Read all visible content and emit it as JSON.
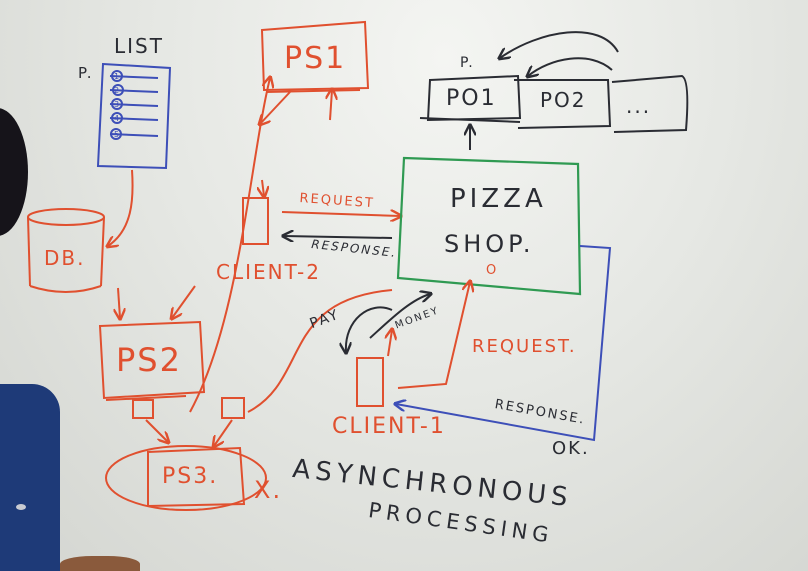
{
  "board": {
    "list_title": "LIST",
    "list_marker": "P.",
    "list_items": [
      "1",
      "2",
      "3",
      "4",
      "5"
    ],
    "db_label": "DB.",
    "ps1_label": "PS1",
    "ps2_label": "PS2",
    "ps3_label": "PS3.",
    "x_mark": "X.",
    "client2_label": "CLIENT-2",
    "client1_label": "CLIENT-1",
    "request_top": "REQUEST",
    "response_top": "RESPONSE.",
    "request_right": "REQUEST.",
    "response_bottom": "RESPONSE.",
    "pay_label": "PAY",
    "money_label": "MONEY",
    "ok_label": "OK.",
    "shop_line1": "PIZZA",
    "shop_line2": "SHOP.",
    "shop_mark": "O",
    "queue_marker": "P.",
    "po1_label": "PO1",
    "po2_label": "PO2",
    "po_more": "...",
    "title_line1": "ASYNCHRONOUS",
    "title_line2": "PROCESSING"
  },
  "colors": {
    "board": "#e9eae7",
    "black_marker": "#2a2c33",
    "red_marker": "#e0502f",
    "green_marker": "#2f9a52",
    "blue_marker": "#3d4fb8",
    "presenter_shirt": "#1e3a78",
    "presenter_hair": "#16141a"
  }
}
